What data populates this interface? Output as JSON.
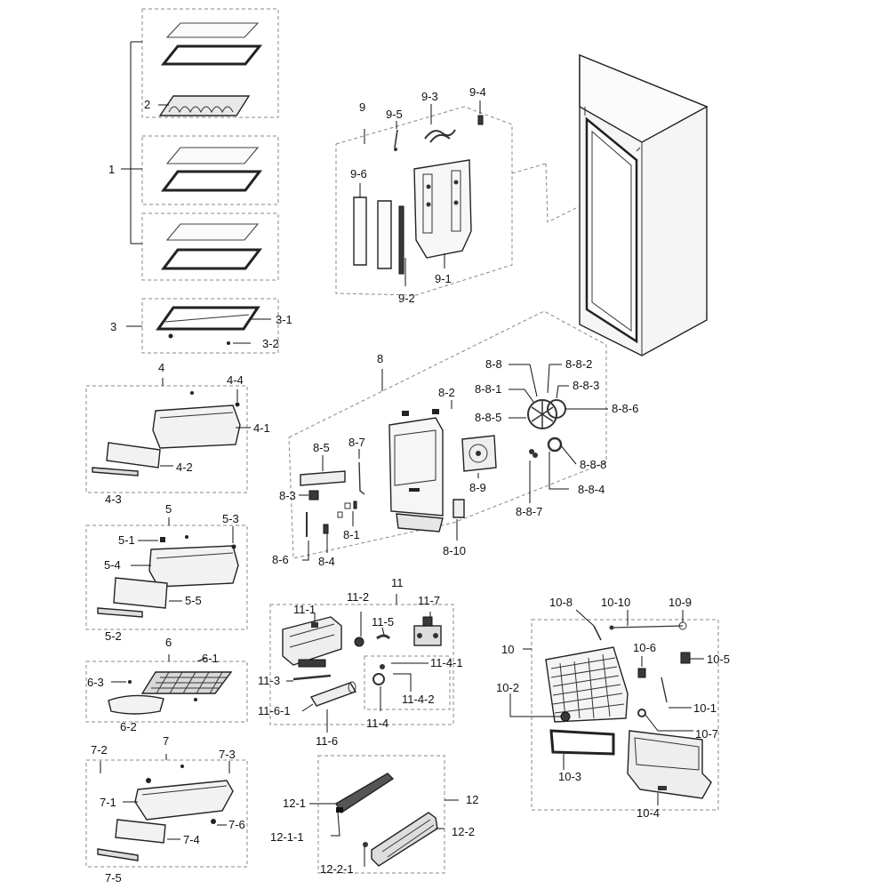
{
  "labels": {
    "l1": "1",
    "l2": "2",
    "l3": "3",
    "l3_1": "3-1",
    "l3_2": "3-2",
    "l4": "4",
    "l4_1": "4-1",
    "l4_2": "4-2",
    "l4_3": "4-3",
    "l4_4": "4-4",
    "l5": "5",
    "l5_1": "5-1",
    "l5_2": "5-2",
    "l5_3": "5-3",
    "l5_4": "5-4",
    "l5_5": "5-5",
    "l6": "6",
    "l6_1": "6-1",
    "l6_2": "6-2",
    "l6_3": "6-3",
    "l7": "7",
    "l7_1": "7-1",
    "l7_2": "7-2",
    "l7_3": "7-3",
    "l7_4": "7-4",
    "l7_5": "7-5",
    "l7_6": "7-6",
    "l8": "8",
    "l8_1": "8-1",
    "l8_2": "8-2",
    "l8_3": "8-3",
    "l8_4": "8-4",
    "l8_5": "8-5",
    "l8_6": "8-6",
    "l8_7": "8-7",
    "l8_8": "8-8",
    "l8_8_1": "8-8-1",
    "l8_8_2": "8-8-2",
    "l8_8_3": "8-8-3",
    "l8_8_4": "8-8-4",
    "l8_8_5": "8-8-5",
    "l8_8_6": "8-8-6",
    "l8_8_7": "8-8-7",
    "l8_8_8": "8-8-8",
    "l8_9": "8-9",
    "l8_10": "8-10",
    "l9": "9",
    "l9_1": "9-1",
    "l9_2": "9-2",
    "l9_3": "9-3",
    "l9_4": "9-4",
    "l9_5": "9-5",
    "l9_6": "9-6",
    "l10": "10",
    "l10_1": "10-1",
    "l10_2": "10-2",
    "l10_3": "10-3",
    "l10_4": "10-4",
    "l10_5": "10-5",
    "l10_6": "10-6",
    "l10_7": "10-7",
    "l10_8": "10-8",
    "l10_9": "10-9",
    "l10_10": "10-10",
    "l11": "11",
    "l11_1": "11-1",
    "l11_2": "11-2",
    "l11_3": "11-3",
    "l11_4": "11-4",
    "l11_4_1": "11-4-1",
    "l11_4_2": "11-4-2",
    "l11_5": "11-5",
    "l11_6": "11-6",
    "l11_6_1": "11-6-1",
    "l11_7": "11-7",
    "l12": "12",
    "l12_1": "12-1",
    "l12_1_1": "12-1-1",
    "l12_2": "12-2",
    "l12_2_1": "12-2-1"
  }
}
